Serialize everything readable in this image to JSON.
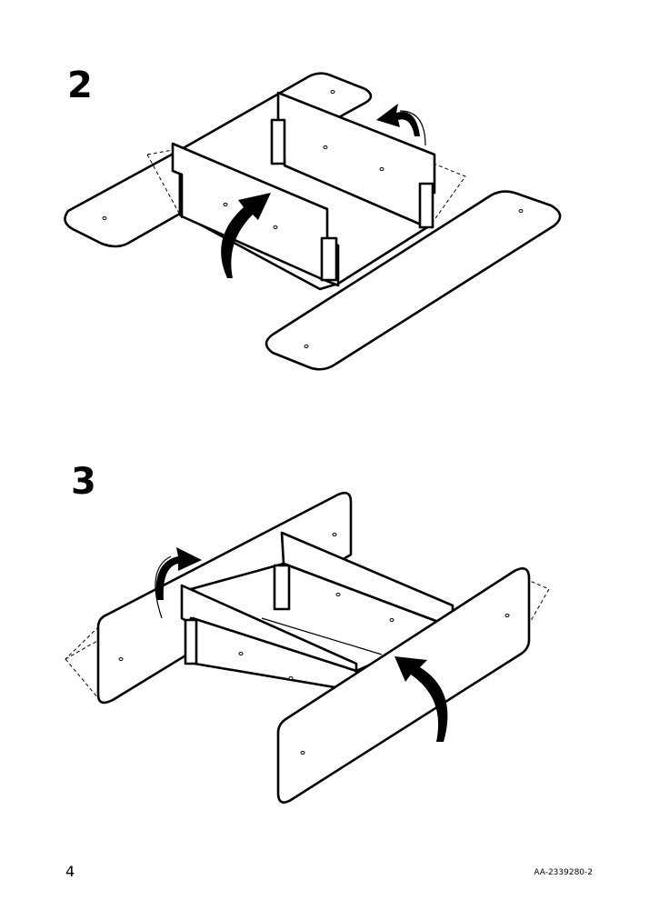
{
  "steps": [
    {
      "number": "2"
    },
    {
      "number": "3"
    }
  ],
  "footer": {
    "page_number": "4",
    "document_code": "AA-2339280-2"
  }
}
